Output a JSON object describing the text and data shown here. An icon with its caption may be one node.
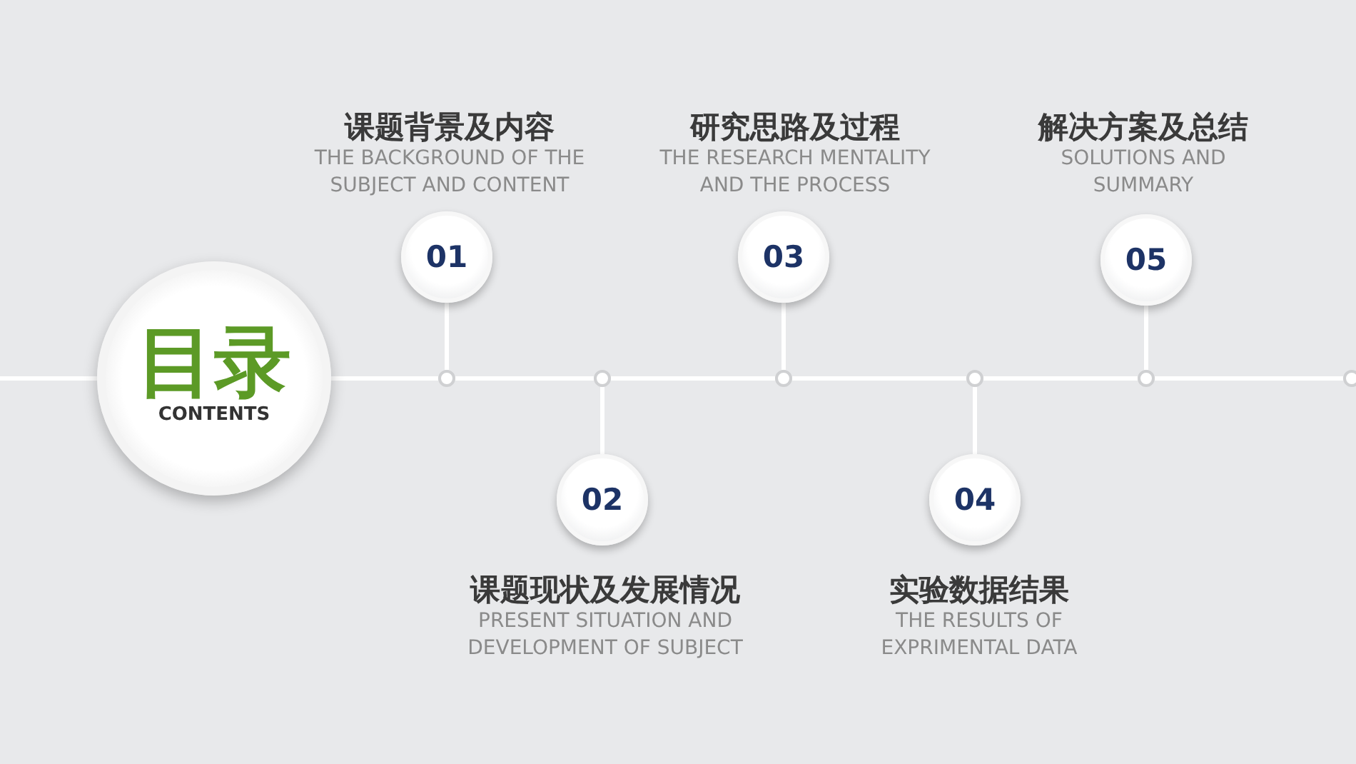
{
  "diagram": {
    "nodes": [
      {
        "text": [
          "目录",
          "CONTENTS"
        ]
      },
      {
        "text": [
          "01"
        ],
        "beside": [
          "课题背景及内容",
          "THE BACKGROUND OF THE SUBJECT AND CONTENT"
        ]
      },
      {
        "text": [
          "02"
        ],
        "beside": [
          "课题现状及发展情况",
          "PRESENT SITUATION AND DEVELOPMENT OF SUBJECT"
        ]
      },
      {
        "text": [
          "03"
        ],
        "beside": [
          "研究思路及过程",
          "THE RESEARCH MENTALITY AND THE PROCESS"
        ]
      },
      {
        "text": [
          "04"
        ],
        "beside": [
          "实验数据结果",
          "THE RESULTS OF EXPRIMENTAL DATA"
        ]
      },
      {
        "text": [
          "05"
        ],
        "beside": [
          "解决方案及总结",
          "SOLUTIONS AND SUMMARY"
        ]
      },
      {
        "text": [],
        "shape": "circle"
      },
      {
        "text": [],
        "shape": "circle"
      },
      {
        "text": [],
        "shape": "circle"
      },
      {
        "text": [],
        "shape": "circle"
      },
      {
        "text": [],
        "shape": "circle"
      },
      {
        "text": [],
        "shape": "circle"
      }
    ],
    "edges": [
      {
        "from": null,
        "to": 0,
        "arrow": "none"
      },
      {
        "from": 0,
        "to": 6,
        "arrow": "none"
      },
      {
        "from": 6,
        "to": 7,
        "arrow": "none"
      },
      {
        "from": 7,
        "to": 8,
        "arrow": "none"
      },
      {
        "from": 8,
        "to": 9,
        "arrow": "none"
      },
      {
        "from": 9,
        "to": 10,
        "arrow": "none"
      },
      {
        "from": 10,
        "to": 11,
        "arrow": "none"
      },
      {
        "from": 1,
        "to": 6,
        "arrow": "none"
      },
      {
        "from": 2,
        "to": 7,
        "arrow": "none"
      },
      {
        "from": 3,
        "to": 8,
        "arrow": "none"
      },
      {
        "from": 4,
        "to": 9,
        "arrow": "none"
      },
      {
        "from": 5,
        "to": 10,
        "arrow": "none"
      }
    ]
  }
}
